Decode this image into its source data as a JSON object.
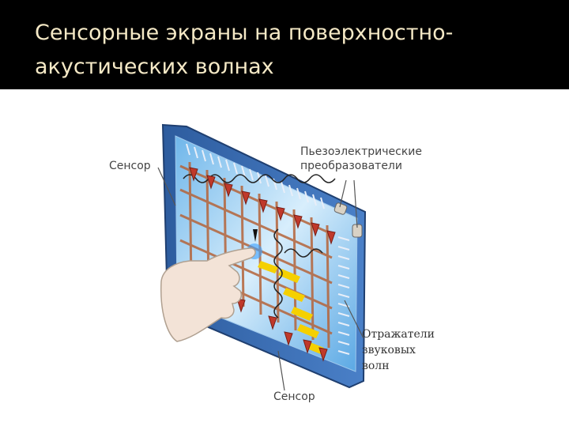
{
  "slide": {
    "title": "Сенсорные экраны на поверхностно-акустических волнах"
  },
  "labels": {
    "sensor_left": "Сенсор",
    "sensor_bottom": "Сенсор",
    "piezo_line1": "Пьезоэлектрические",
    "piezo_line2": "преобразователи",
    "reflectors_line1": "Отражатели",
    "reflectors_line2": "звуковых",
    "reflectors_line3": "волн"
  },
  "colors": {
    "background_top": "#000000",
    "title_text": "#f5e9c6",
    "panel_frame": "#3f6fb3",
    "grid_lines": "#b5643a",
    "arrows": "#c0392b"
  }
}
